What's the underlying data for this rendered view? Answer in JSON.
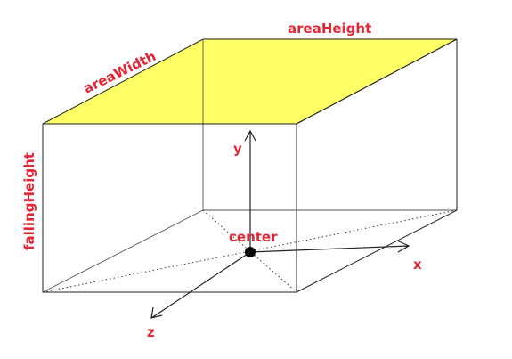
{
  "colors": {
    "top_face": "#FFFF66",
    "label": "#E32636",
    "line": "#222222"
  },
  "labels": {
    "area_width": "areaWidth",
    "area_height": "areaHeight",
    "falling_height": "fallingHeight",
    "center": "center",
    "axis_x": "x",
    "axis_y": "y",
    "axis_z": "z"
  }
}
